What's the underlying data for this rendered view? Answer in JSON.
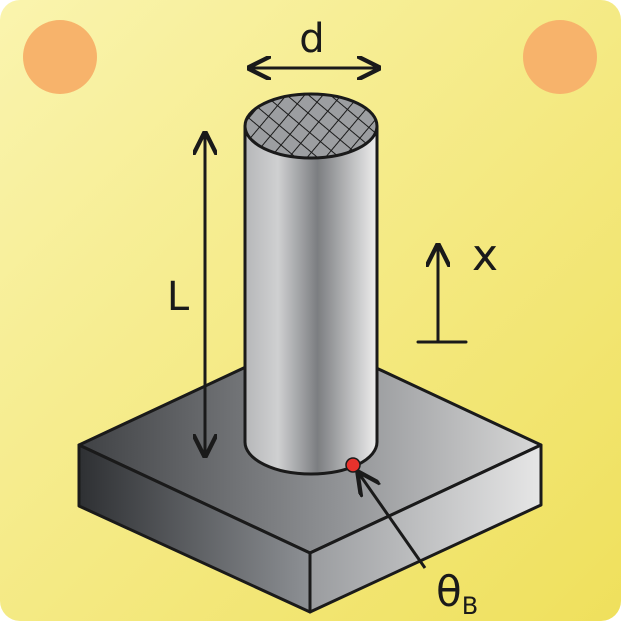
{
  "labels": {
    "diameter": "d",
    "length": "L",
    "axis": "x",
    "theta_symbol": "θ",
    "theta_subscript": "B"
  },
  "colors": {
    "card_background_light": "#f9f3a6",
    "card_background_dark": "#f0e262",
    "corner_dots": "#f7b36b",
    "marker_dot": "#e8322c",
    "ink": "#1a1a1a"
  }
}
